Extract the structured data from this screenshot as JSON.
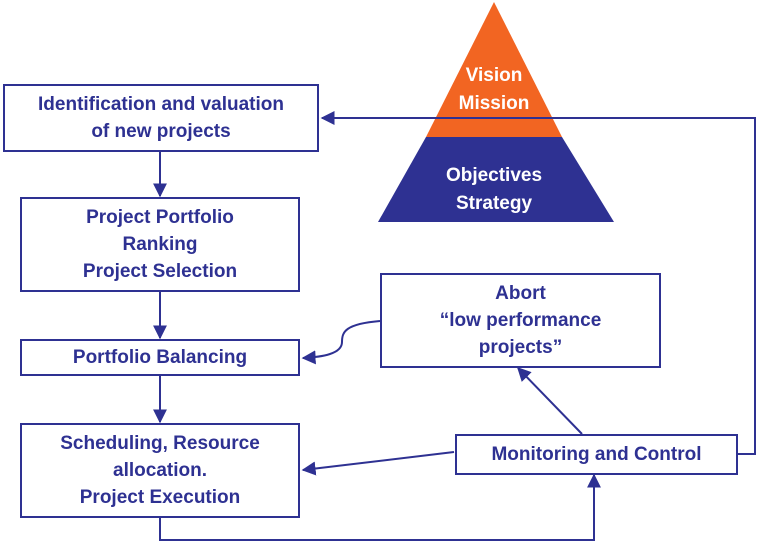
{
  "colors": {
    "primary": "#2e3192",
    "apex": "#f26522",
    "apex_text": "#ffffff",
    "base_text": "#ffffff",
    "background": "#ffffff"
  },
  "pyramid": {
    "apex_lines": [
      "Vision",
      "Mission"
    ],
    "base_lines": [
      "Objectives",
      "Strategy"
    ]
  },
  "boxes": {
    "identification": [
      "Identification and valuation",
      "of new projects"
    ],
    "ranking": [
      "Project Portfolio",
      "Ranking",
      "Project Selection"
    ],
    "balancing": [
      "Portfolio Balancing"
    ],
    "scheduling": [
      "Scheduling, Resource",
      "allocation.",
      "Project Execution"
    ],
    "abort": [
      "Abort",
      "“low performance",
      "projects”"
    ],
    "monitoring": [
      "Monitoring and Control"
    ]
  }
}
